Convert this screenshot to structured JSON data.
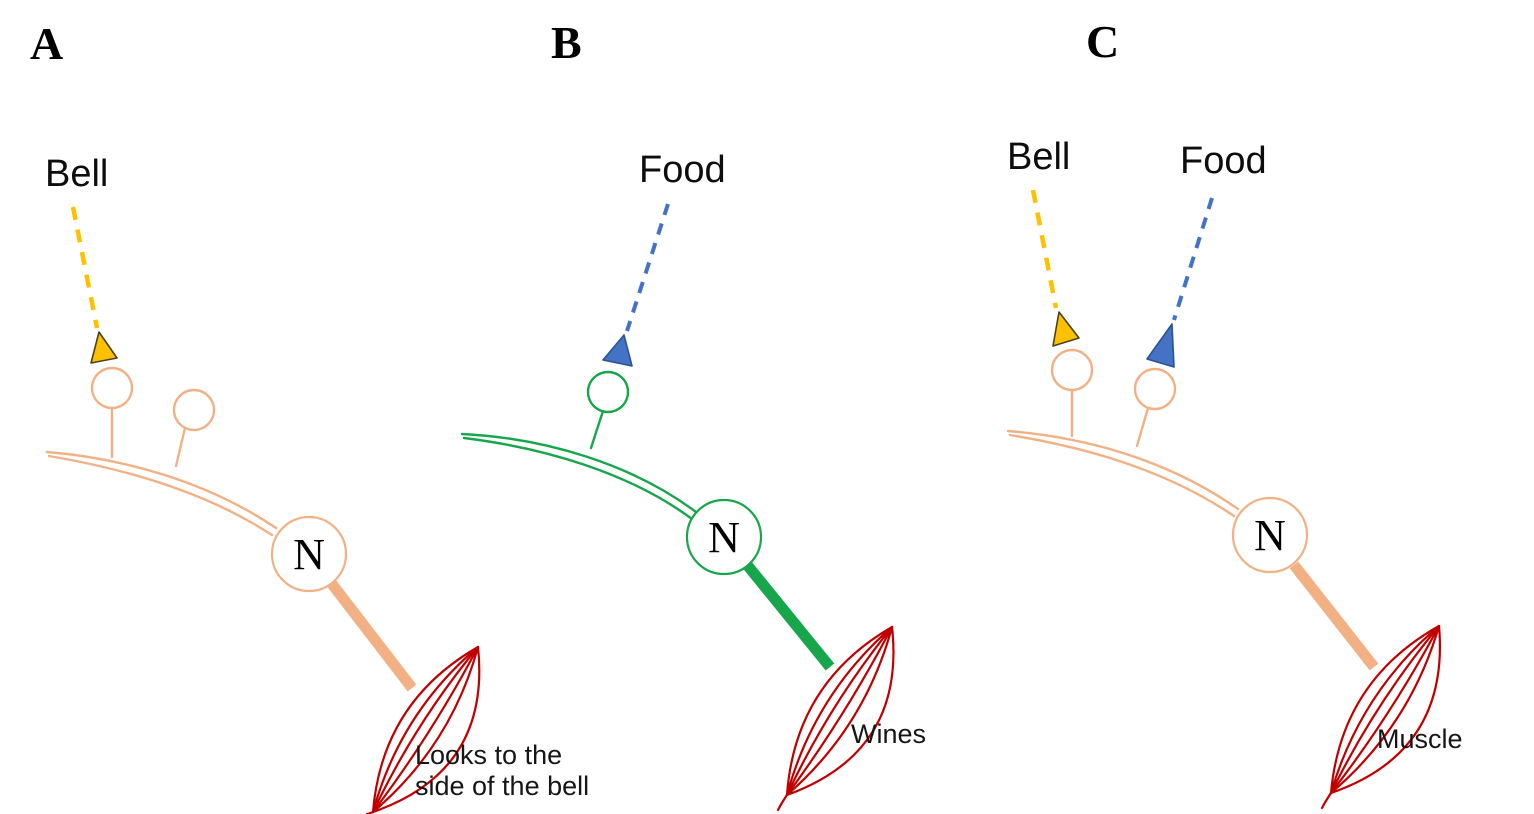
{
  "panels": {
    "a": {
      "label": "A",
      "bell_label": "Bell",
      "neuron_label": "N",
      "caption_line1": "Looks to the",
      "caption_line2": "side of the bell"
    },
    "b": {
      "label": "B",
      "food_label": "Food",
      "neuron_label": "N",
      "muscle_caption": "Wines"
    },
    "c": {
      "label": "C",
      "bell_label": "Bell",
      "food_label": "Food",
      "neuron_label": "N",
      "muscle_caption": "Muscle"
    }
  },
  "colors": {
    "bell_stimulus_yellow": "#FFC000",
    "food_stimulus_blue": "#4472C4",
    "neuron_pathway_tan": "#F1B185",
    "neuron_pathway_green": "#17A64C",
    "muscle_red": "#C00000",
    "label_text": "#000000"
  }
}
